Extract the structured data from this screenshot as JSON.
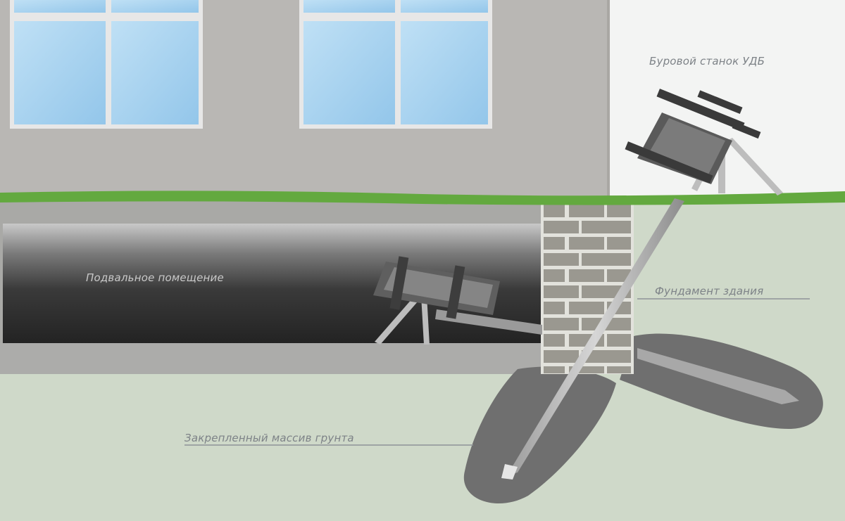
{
  "labels": {
    "drill_rig": "Буровой станок УДБ",
    "basement": "Подвальное помещение",
    "foundation": "Фундамент здания",
    "soil_mass": "Закрепленный массив грунта"
  },
  "colors": {
    "wall": "#b9b7b4",
    "window_glass": "#a9d3ee",
    "window_frame": "#e7e7e7",
    "grass": "#63a93f",
    "soil": "#cfd9c9",
    "basement_dark": "#2b2b2b",
    "brick": "#9a9890",
    "mortar": "#e2e2dc",
    "grout_zone": "#6f6f6f",
    "rod": "#b5b5b5",
    "label_text": "#7d8287"
  }
}
